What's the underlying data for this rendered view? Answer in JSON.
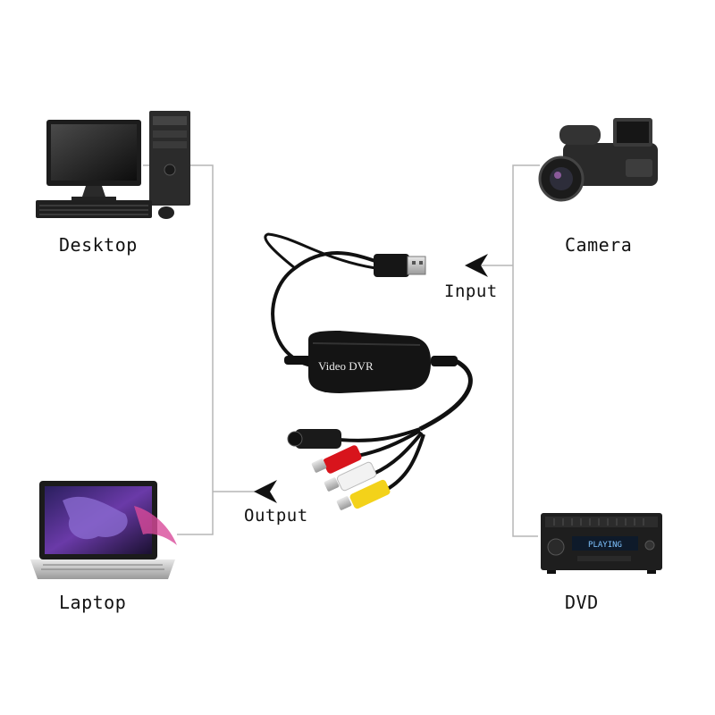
{
  "labels": {
    "desktop": "Desktop",
    "camera": "Camera",
    "laptop": "Laptop",
    "dvd": "DVD",
    "input": "Input",
    "output": "Output"
  },
  "device": {
    "name": "Video DVR"
  },
  "dvd_display": "PLAYING",
  "colors": {
    "connector_line": "#b5b5b5",
    "cable": "#111111",
    "rca_red": "#d8141c",
    "rca_white": "#f2f2f2",
    "rca_yellow": "#f3d21a"
  }
}
